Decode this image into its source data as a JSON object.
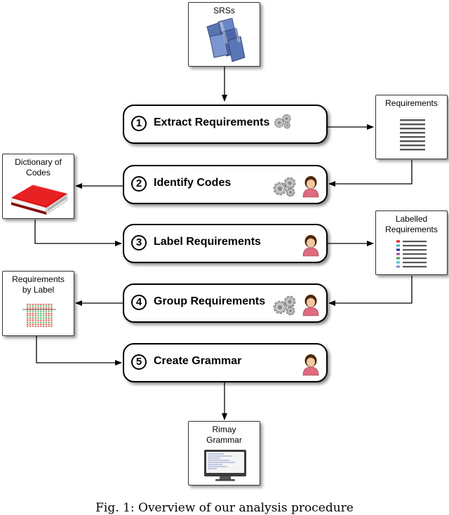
{
  "steps": [
    {
      "num": "1",
      "label": "Extract Requirements"
    },
    {
      "num": "2",
      "label": "Identify Codes"
    },
    {
      "num": "3",
      "label": "Label Requirements"
    },
    {
      "num": "4",
      "label": "Group Requirements"
    },
    {
      "num": "5",
      "label": "Create Grammar"
    }
  ],
  "artifacts": {
    "srs": "SRSs",
    "requirements": "Requirements",
    "dictionary": {
      "line1": "Dictionary of",
      "line2": "Codes"
    },
    "labelled": {
      "line1": "Labelled",
      "line2": "Requirements"
    },
    "by_label": {
      "line1": "Requirements",
      "line2": "by Label"
    },
    "rimay": {
      "line1": "Rimay",
      "line2": "Grammar"
    }
  },
  "caption": "Fig. 1: Overview of our analysis procedure",
  "icons": {
    "gears": "gears-icon",
    "person": "person-icon",
    "document": "document-stack-icon",
    "book": "book-icon",
    "monitor": "monitor-icon"
  },
  "colors": {
    "book_red": "#e01515",
    "person_shirt": "#e06a80",
    "person_hair": "#4a2608",
    "label_green": "#3ca84a",
    "label_red": "#d83a2a"
  }
}
